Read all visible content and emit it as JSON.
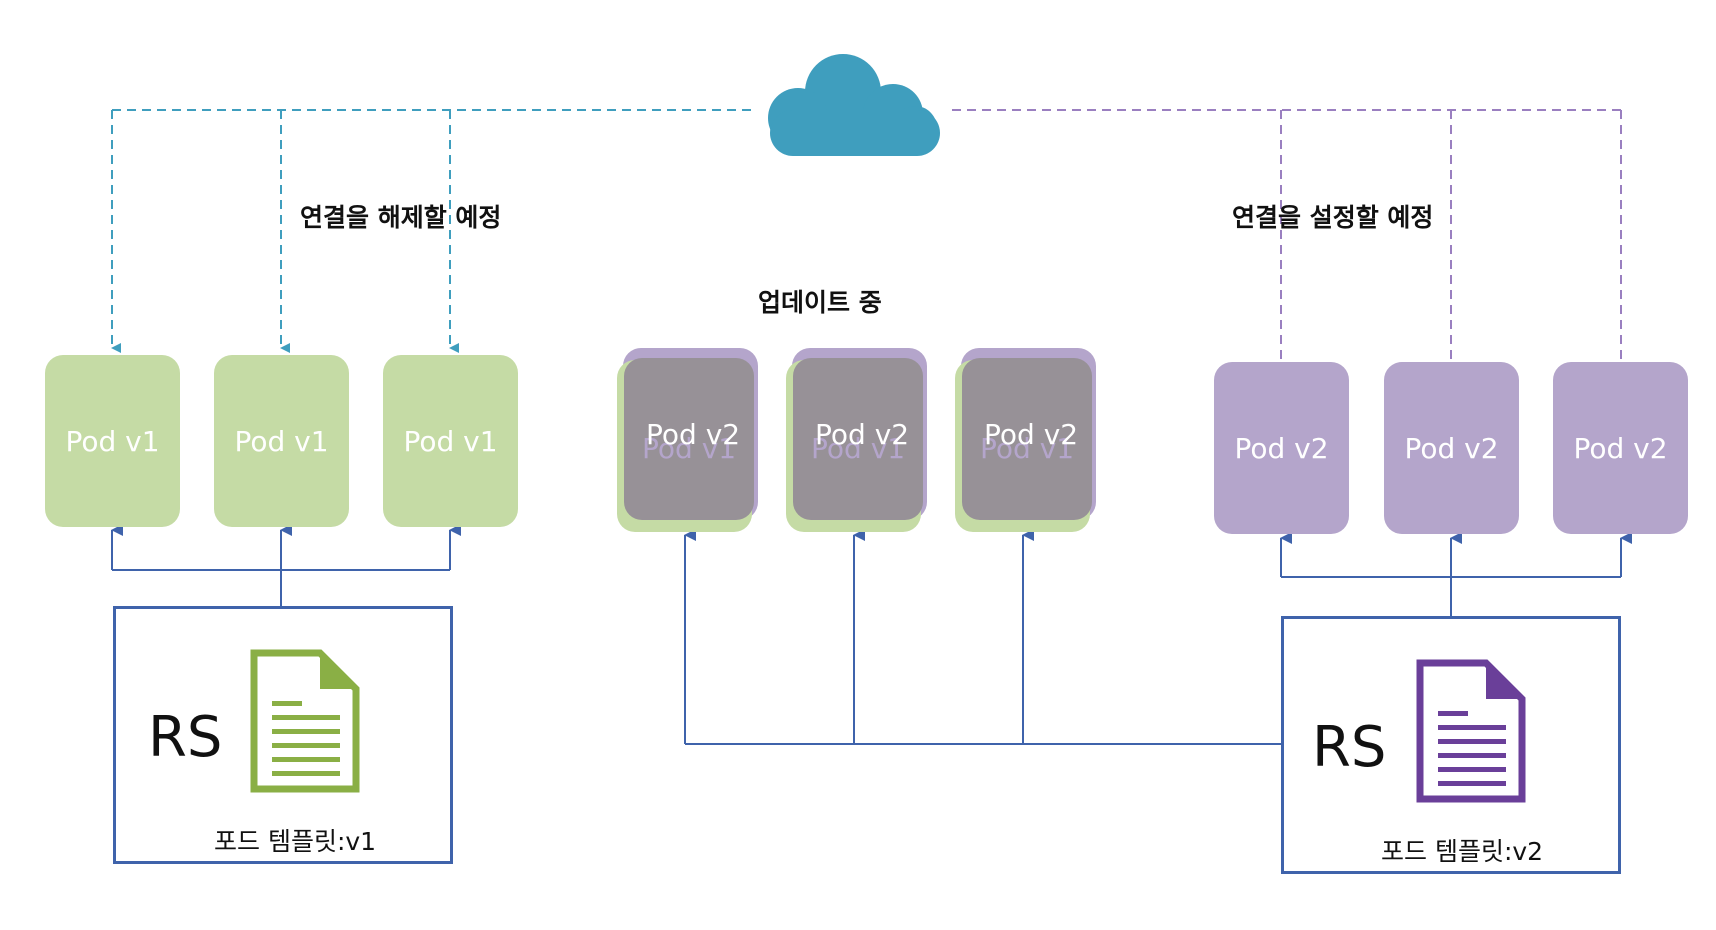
{
  "labels": {
    "disconnect": "연결을 해제할 예정",
    "connect": "연결을 설정할 예정",
    "updating": "업데이트 중"
  },
  "pods_left": [
    "Pod v1",
    "Pod v1",
    "Pod v1"
  ],
  "pods_middle": [
    {
      "under": "Pod v1",
      "over": "Pod v2"
    },
    {
      "under": "Pod v1",
      "over": "Pod v2"
    },
    {
      "under": "Pod v1",
      "over": "Pod v2"
    }
  ],
  "pods_right": [
    "Pod v2",
    "Pod v2",
    "Pod v2"
  ],
  "rs_left": {
    "label": "RS",
    "template": "포드 템플릿:v1"
  },
  "rs_right": {
    "label": "RS",
    "template": "포드 템플릿:v2"
  },
  "colors": {
    "pod_v1": "#c5dba5",
    "pod_v2": "#b4a5cb",
    "pod_transition": "#979197",
    "cloud": "#3f9ebe",
    "link_left": "#3f9ebe",
    "link_right": "#9a7fc0",
    "rs_border": "#3f63ab",
    "doc_v1": "#8aaf45",
    "doc_v2": "#6a3f99"
  },
  "icons": {
    "cloud": "cloud-icon",
    "doc_v1": "document-icon",
    "doc_v2": "document-icon"
  }
}
